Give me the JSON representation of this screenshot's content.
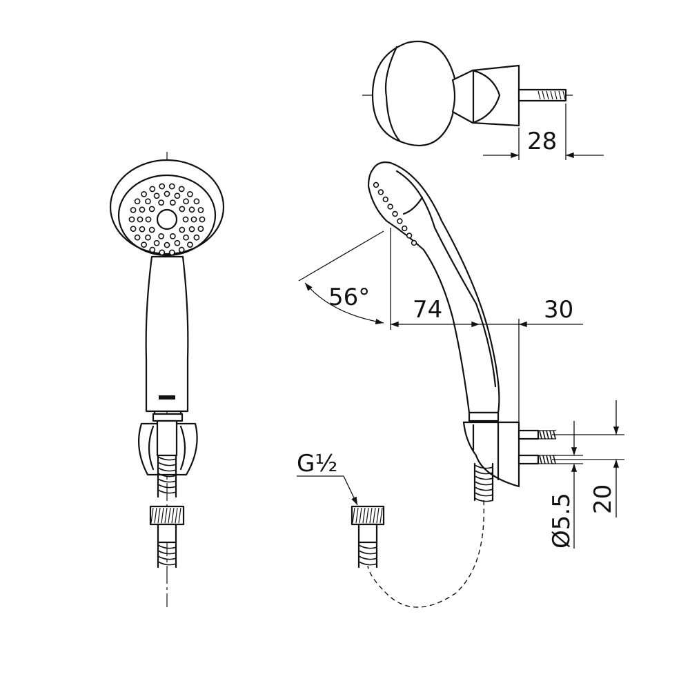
{
  "drawing": {
    "dim_width_holder": "28",
    "dim_angle": "56°",
    "dim_reach": "74",
    "dim_offset": "30",
    "dim_pitch": "20",
    "dim_pin_dia": "Ø5.5",
    "thread_label": "G½"
  },
  "colors": {
    "line": "#111111",
    "background": "#ffffff"
  }
}
